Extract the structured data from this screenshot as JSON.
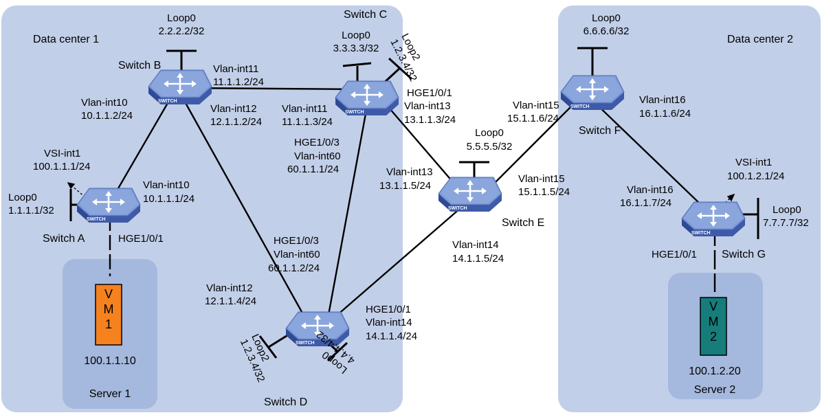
{
  "colors": {
    "datacenter_bg": "#c2cfe8",
    "server_bg": "#a5b8dd",
    "switch_top": "#7f9bd6",
    "switch_side": "#3e5aa8",
    "vm1": "#f5821f",
    "vm2": "#167d7a"
  },
  "regions": {
    "dc1": "Data center 1",
    "dc2": "Data center 2",
    "server1": "Server 1",
    "server2": "Server 2",
    "server1_ip": "100.1.1.10",
    "server2_ip": "100.1.2.20"
  },
  "vms": {
    "vm1": [
      "V",
      "M",
      "1"
    ],
    "vm2": [
      "V",
      "M",
      "2"
    ]
  },
  "switches": {
    "a": "Switch A",
    "b": "Switch B",
    "c": "Switch C",
    "d": "Switch D",
    "e": "Switch E",
    "f": "Switch F",
    "g": "Switch G",
    "badge": "SWITCH"
  },
  "labels": {
    "b_loop0": [
      "Loop0",
      "2.2.2.2/32"
    ],
    "c_loop0": [
      "Loop0",
      "3.3.3.3/32"
    ],
    "c_loop2": [
      "Loop2",
      "1.2.3.4/32"
    ],
    "f_loop0": [
      "Loop0",
      "6.6.6.6/32"
    ],
    "e_loop0": [
      "Loop0",
      "5.5.5.5/32"
    ],
    "a_loop0": [
      "Loop0",
      "1.1.1.1/32"
    ],
    "g_loop0": [
      "Loop0",
      "7.7.7.7/32"
    ],
    "d_loop2": [
      "Loop2",
      "1.2.3.4/32"
    ],
    "d_loop0": [
      "Loop0",
      "4.4.4.4/32"
    ],
    "b_vlan11": [
      "Vlan-int11",
      "11.1.1.2/24"
    ],
    "b_vlan10": [
      "Vlan-int10",
      "10.1.1.2/24"
    ],
    "b_vlan12": [
      "Vlan-int12",
      "12.1.1.2/24"
    ],
    "c_vlan11": [
      "Vlan-int11",
      "11.1.1.3/24"
    ],
    "c_hge1": [
      "HGE1/0/1",
      "Vlan-int13",
      "13.1.1.3/24"
    ],
    "c_hge3": [
      "HGE1/0/3",
      "Vlan-int60",
      "60.1.1.1/24"
    ],
    "a_vsi": [
      "VSI-int1",
      "100.1.1.1/24"
    ],
    "a_vlan10": [
      "Vlan-int10",
      "10.1.1.1/24"
    ],
    "a_hge": "HGE1/0/1",
    "d_hge3": [
      "HGE1/0/3",
      "Vlan-int60",
      "60.1.1.2/24"
    ],
    "d_vlan12": [
      "Vlan-int12",
      "12.1.1.4/24"
    ],
    "d_hge1": [
      "HGE1/0/1",
      "Vlan-int14",
      "14.1.1.4/24"
    ],
    "e_vlan13": [
      "Vlan-int13",
      "13.1.1.5/24"
    ],
    "e_vlan15": [
      "Vlan-int15",
      "15.1.1.5/24"
    ],
    "e_vlan14": [
      "Vlan-int14",
      "14.1.1.5/24"
    ],
    "f_vlan15": [
      "Vlan-int15",
      "15.1.1.6/24"
    ],
    "f_vlan16": [
      "Vlan-int16",
      "16.1.1.6/24"
    ],
    "g_vlan16": [
      "Vlan-int16",
      "16.1.1.7/24"
    ],
    "g_vsi": [
      "VSI-int1",
      "100.1.2.1/24"
    ],
    "g_hge": "HGE1/0/1"
  }
}
